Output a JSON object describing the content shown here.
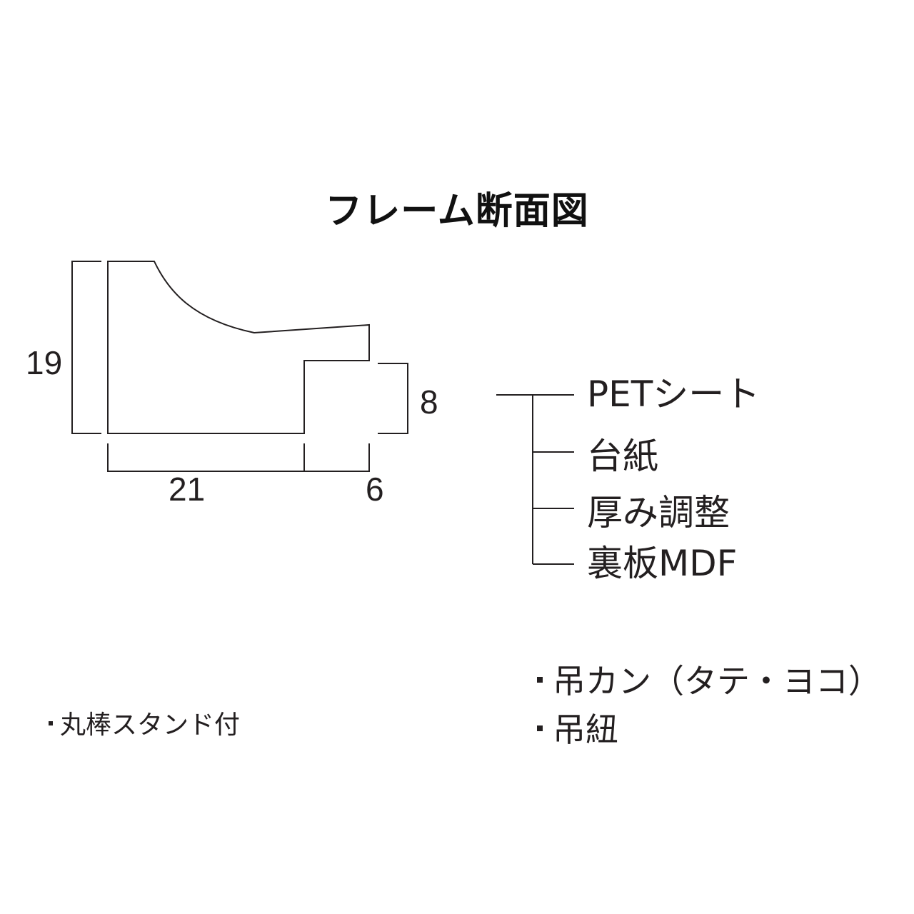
{
  "title": "フレーム断面図",
  "dimensions": {
    "height_total": "19",
    "height_rabbet": "8",
    "width_main": "21",
    "width_rabbet": "6"
  },
  "layers": [
    {
      "label": "PETシート"
    },
    {
      "label": "台紙"
    },
    {
      "label": "厚み調整"
    },
    {
      "label": "裏板MDF"
    }
  ],
  "notes": {
    "stand": "丸棒スタンド付",
    "hanger_1": "吊カン（タテ・ヨコ）",
    "hanger_2": "吊紐"
  },
  "colors": {
    "line": "#231f20",
    "title": "#111111",
    "background": "#ffffff"
  }
}
